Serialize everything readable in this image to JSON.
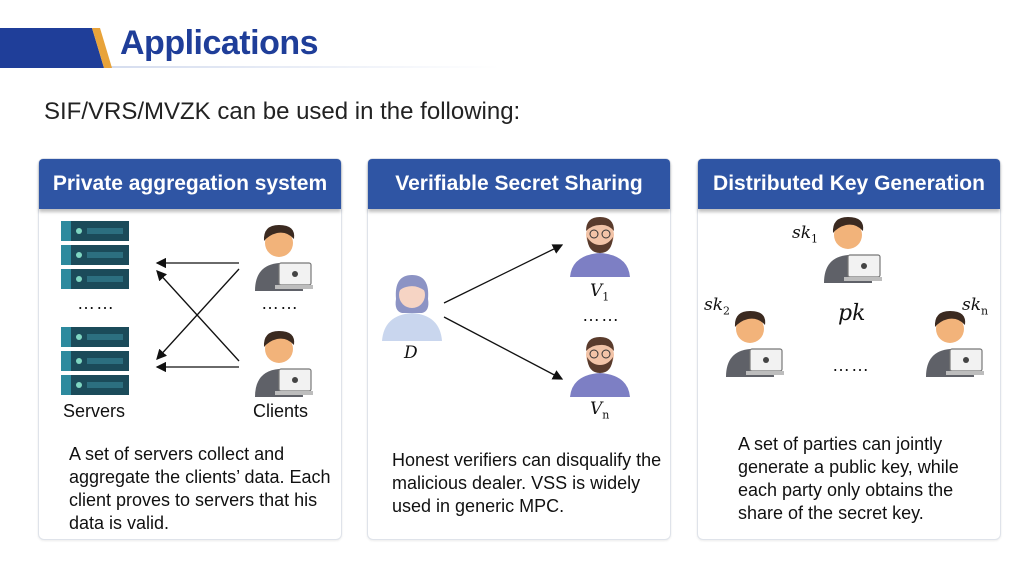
{
  "header": {
    "title": "Applications"
  },
  "intro": "SIF/VRS/MVZK can be used in the following:",
  "panels": [
    {
      "title": "Private aggregation system",
      "servers_dots": "……",
      "clients_dots": "……",
      "servers_label": "Servers",
      "clients_label": "Clients",
      "description": "A set of servers collect and aggregate the clients’ data. Each client proves to servers that his data is valid."
    },
    {
      "title": "Verifiable Secret Sharing",
      "dealer": "D",
      "v1": "V",
      "v1_sub": "1",
      "vn": "V",
      "vn_sub": "n",
      "dots": "……",
      "description": "Honest verifiers can disqualify the malicious dealer. VSS is widely used in generic MPC."
    },
    {
      "title": "Distributed Key Generation",
      "sk1": "sk",
      "sk1_sub": "1",
      "sk2": "sk",
      "sk2_sub": "2",
      "skn": "sk",
      "skn_sub": "n",
      "pk": "pk",
      "dots": "……",
      "description": "A set of parties can jointly generate a public key, while each party only obtains the share of the secret key."
    }
  ],
  "colors": {
    "brand": "#1f3e99",
    "panel_header": "#2f55a4",
    "server": "#1b4b5a",
    "skin": "#f2b37a",
    "hair": "#3b2a20"
  }
}
